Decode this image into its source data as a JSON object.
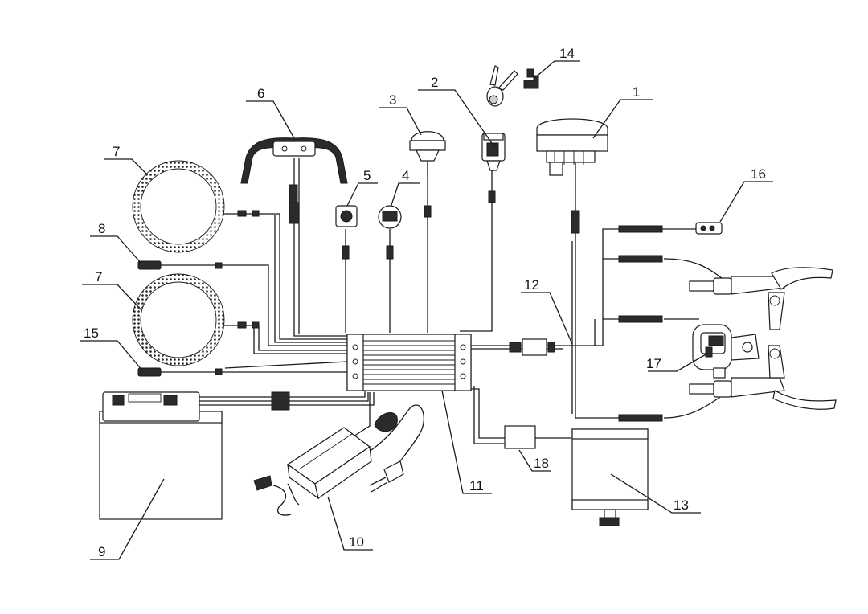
{
  "callouts": [
    {
      "id": "1",
      "label": "1"
    },
    {
      "id": "2",
      "label": "2"
    },
    {
      "id": "3",
      "label": "3"
    },
    {
      "id": "4",
      "label": "4"
    },
    {
      "id": "5",
      "label": "5"
    },
    {
      "id": "6",
      "label": "6"
    },
    {
      "id": "7a",
      "label": "7"
    },
    {
      "id": "7b",
      "label": "7"
    },
    {
      "id": "8",
      "label": "8"
    },
    {
      "id": "9",
      "label": "9"
    },
    {
      "id": "10",
      "label": "10"
    },
    {
      "id": "11",
      "label": "11"
    },
    {
      "id": "12",
      "label": "12"
    },
    {
      "id": "13",
      "label": "13"
    },
    {
      "id": "14",
      "label": "14"
    },
    {
      "id": "15",
      "label": "15"
    },
    {
      "id": "16",
      "label": "16"
    },
    {
      "id": "17",
      "label": "17"
    },
    {
      "id": "18",
      "label": "18"
    }
  ],
  "colors": {
    "line": "#1a1a1a",
    "background": "#ffffff"
  }
}
